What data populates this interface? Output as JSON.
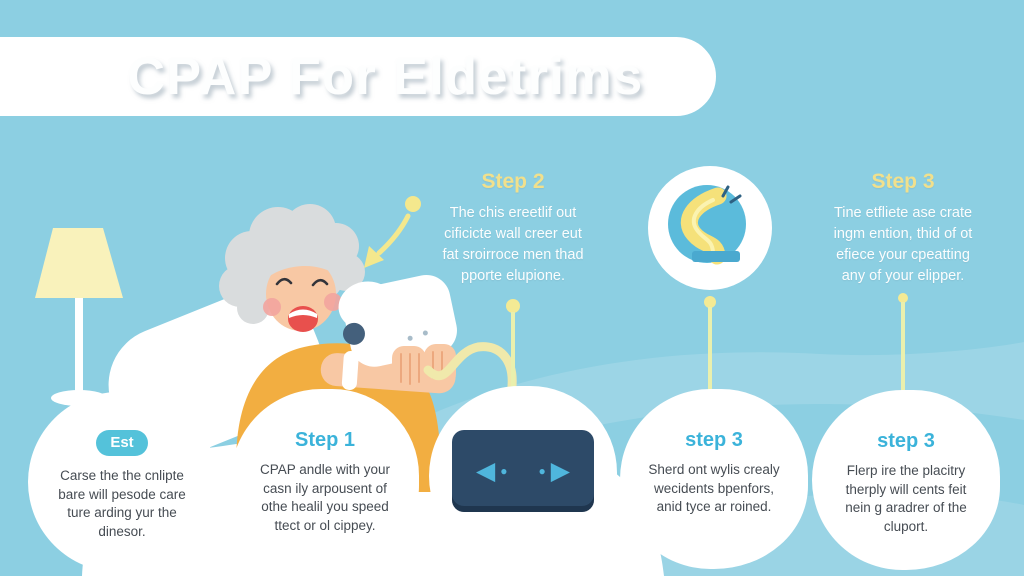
{
  "title": "CPAP For Eldetrims",
  "steps_top": [
    {
      "heading": "Step 2",
      "lines": [
        "The chis ereetlif out",
        "cificicte wall creer eut",
        "fat sroirroce men thad",
        "pporte elupione."
      ]
    },
    {
      "heading": "Step 3",
      "lines": [
        "Tine etfliete ase crate",
        "ingm ention, thid of ot",
        "efiece your cpeatting",
        "any of your elipper."
      ]
    }
  ],
  "cards": [
    {
      "badge": "Est",
      "lines": [
        "Carse the the cnlipte",
        "bare will pesode care",
        "ture arding yur the",
        "dinesor."
      ]
    },
    {
      "heading": "Step 1",
      "lines": [
        "CPAP andle with your",
        "casn ily arpousent of",
        "othe healil you speed",
        "ttect or ol cippey."
      ]
    },
    {
      "icons": {
        "rewind_triangle": "◀",
        "dot": "●",
        "forward_triangle": "▶"
      }
    },
    {
      "heading": "step 3",
      "lines": [
        "Sherd ont wylis crealy",
        "wecidents bpenfors,",
        "anid tyce ar roined."
      ]
    },
    {
      "heading": "step 3",
      "lines": [
        "Flerp ire the placitry",
        "therply will cents feit",
        "nein g aradrer of the",
        "cluport."
      ]
    }
  ],
  "colors": {
    "background": "#8ccfe2",
    "banner": "#ffffff",
    "step_heading_yellow": "#f1e08c",
    "step_heading_blue": "#3bb3da",
    "badge_bg": "#54c2da",
    "body_text": "#464c53",
    "device_navy": "#2d4a68",
    "device_icon_blue": "#4fb6dd",
    "accent_yellow": "#f4e88d",
    "shirt_orange": "#f2ae41"
  }
}
